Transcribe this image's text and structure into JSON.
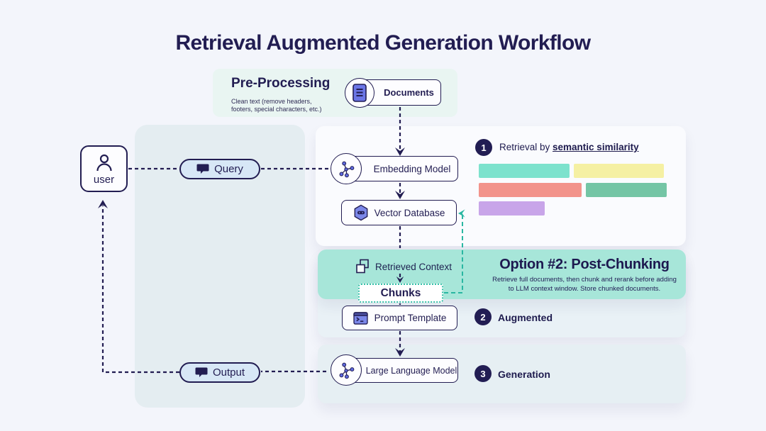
{
  "title": "Retrieval Augmented Generation Workflow",
  "preprocessing": {
    "title": "Pre-Processing",
    "subtitle_line1": "Clean text (remove headers,",
    "subtitle_line2": "footers, special characters, etc.)",
    "documents_label": "Documents"
  },
  "user": {
    "label": "user"
  },
  "pills": {
    "query": "Query",
    "output": "Output"
  },
  "nodes": {
    "embedding_model": "Embedding Model",
    "vector_database": "Vector Database",
    "retrieved_context": "Retrieved Context",
    "chunks": "Chunks",
    "prompt_template": "Prompt Template",
    "llm": "Large Language Model"
  },
  "steps": [
    {
      "number": "1",
      "label_prefix": "Retrieval by ",
      "label_emphasis": "semantic similarity"
    },
    {
      "number": "2",
      "label": "Augmented"
    },
    {
      "number": "3",
      "label": "Generation"
    }
  ],
  "option2": {
    "title": "Option #2: Post-Chunking",
    "desc_line1": "Retrieve full documents, then chunk and rerank before adding",
    "desc_line2": "to LLM context window. Store chunked documents."
  },
  "retrieval_bars": {
    "rows": [
      [
        {
          "color": "#7de2cd",
          "width": 128
        },
        {
          "color": "#f5f0a3",
          "width": 127
        }
      ],
      [
        {
          "color": "#f2938b",
          "width": 145
        },
        {
          "color": "#74c5a5",
          "width": 114
        }
      ],
      [
        {
          "color": "#c8a5e9",
          "width": 93
        }
      ]
    ]
  },
  "icons": {
    "documents": "document-icon",
    "user": "person-icon",
    "query": "speech-bubble-icon",
    "output": "speech-bubble-icon",
    "embedding_model": "network-nodes-icon",
    "vector_database": "hexagon-vector-icon",
    "retrieved_context": "copy-squares-icon",
    "prompt_template": "terminal-icon",
    "llm": "network-nodes-icon"
  },
  "colors": {
    "background": "#f3f5fb",
    "navy": "#221d52",
    "teal_panel": "#a7e6d9",
    "teal_dash": "#2ab7a2",
    "indigo_icon": "#7b87e8",
    "pill_blue": "#d7e7f6"
  }
}
